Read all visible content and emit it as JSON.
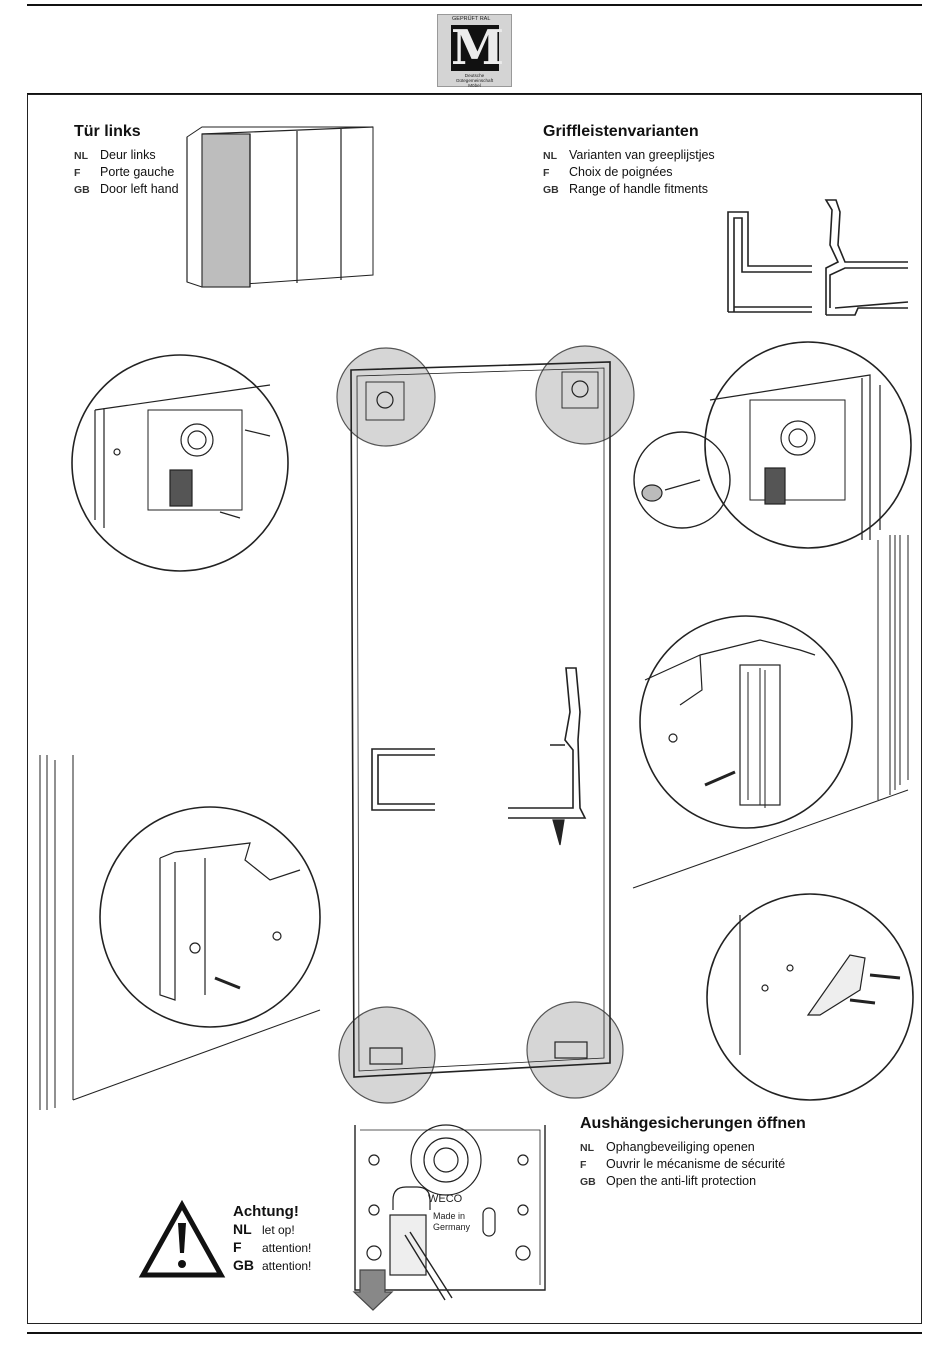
{
  "logo": {
    "top_text": "GEPRÜFT RAL",
    "letter": "M",
    "bottom_lines": [
      "Deutsche",
      "Gütegemeinschaft",
      "Möbel"
    ]
  },
  "door_left": {
    "title": "Tür links",
    "translations": [
      {
        "code": "NL",
        "text": "Deur links"
      },
      {
        "code": "F",
        "text": "Porte gauche"
      },
      {
        "code": "GB",
        "text": "Door left hand"
      }
    ]
  },
  "handles": {
    "title": "Griffleistenvarianten",
    "translations": [
      {
        "code": "NL",
        "text": "Varianten van greeplijstjes"
      },
      {
        "code": "F",
        "text": "Choix de poignées"
      },
      {
        "code": "GB",
        "text": "Range of handle fitments"
      }
    ]
  },
  "anti_lift": {
    "title": "Aushängesicherungen öffnen",
    "translations": [
      {
        "code": "NL",
        "text": "Ophangbeveiliging openen"
      },
      {
        "code": "F",
        "text": "Ouvrir le mécanisme de sécurité"
      },
      {
        "code": "GB",
        "text": "Open the anti-lift protection"
      }
    ]
  },
  "warning": {
    "title": "Achtung!",
    "translations": [
      {
        "code": "NL",
        "text": "let op!"
      },
      {
        "code": "F",
        "text": "attention!"
      },
      {
        "code": "GB",
        "text": "attention!"
      }
    ]
  },
  "roller_brand": {
    "brand": "WECO",
    "made_in_1": "Made in",
    "made_in_2": "Germany"
  },
  "colors": {
    "line": "#222222",
    "highlight_circle": "#d6d6d6",
    "door_highlight": "#bdbdbd"
  }
}
